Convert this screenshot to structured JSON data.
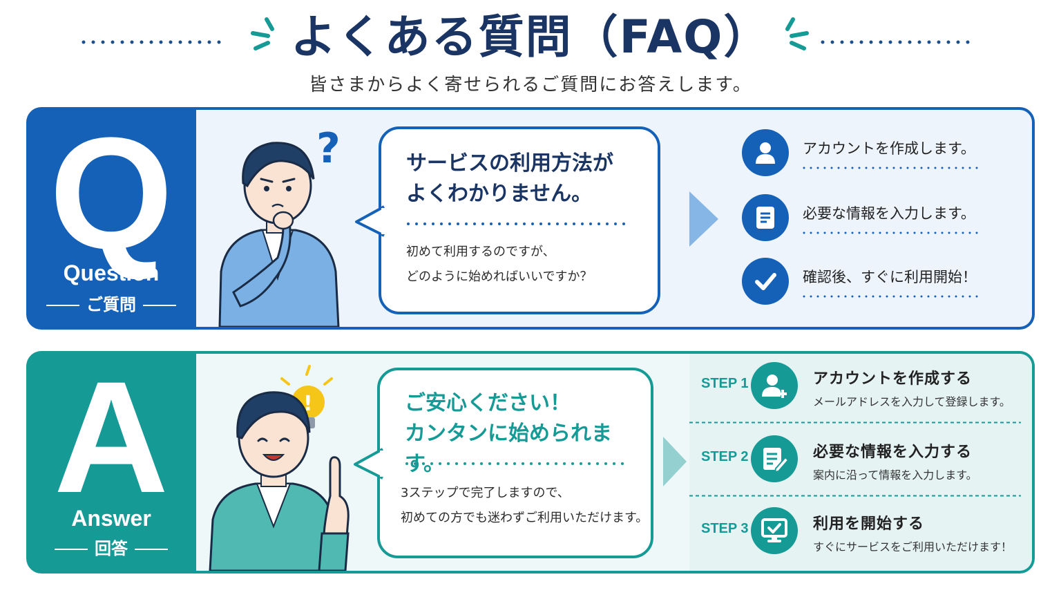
{
  "header": {
    "title": "よくある質問（FAQ）",
    "subtitle": "皆さまからよく寄せられるご質問にお答えします。"
  },
  "question": {
    "letter": "Q",
    "label": "Question",
    "sub": "ご質問",
    "bubble_title_1": "サービスの利用方法が",
    "bubble_title_2": "よくわかりません。",
    "bubble_body_1": "初めて利用するのですが、",
    "bubble_body_2": "どのように始めればいいですか？",
    "items": [
      {
        "icon": "user-icon",
        "text": "アカウントを作成します。"
      },
      {
        "icon": "document-icon",
        "text": "必要な情報を入力します。"
      },
      {
        "icon": "check-icon",
        "text": "確認後、すぐに利用開始！"
      }
    ]
  },
  "answer": {
    "letter": "A",
    "label": "Answer",
    "sub": "回答",
    "bubble_title_1": "ご安心ください！",
    "bubble_title_2": "カンタンに始められます。",
    "bubble_body_1": "3ステップで完了しますので、",
    "bubble_body_2": "初めての方でも迷わずご利用いただけます。",
    "steps": [
      {
        "label": "STEP 1",
        "icon": "add-user-icon",
        "title": "アカウントを作成する",
        "desc": "メールアドレスを入力して登録します。"
      },
      {
        "label": "STEP 2",
        "icon": "edit-form-icon",
        "title": "必要な情報を入力する",
        "desc": "案内に沿って情報を入力します。"
      },
      {
        "label": "STEP 3",
        "icon": "monitor-check-icon",
        "title": "利用を開始する",
        "desc": "すぐにサービスをご利用いただけます！"
      }
    ]
  },
  "colors": {
    "question_blue": "#1561b8",
    "answer_teal": "#169a96",
    "title_navy": "#1a3563",
    "accent_yellow": "#f5c518"
  }
}
